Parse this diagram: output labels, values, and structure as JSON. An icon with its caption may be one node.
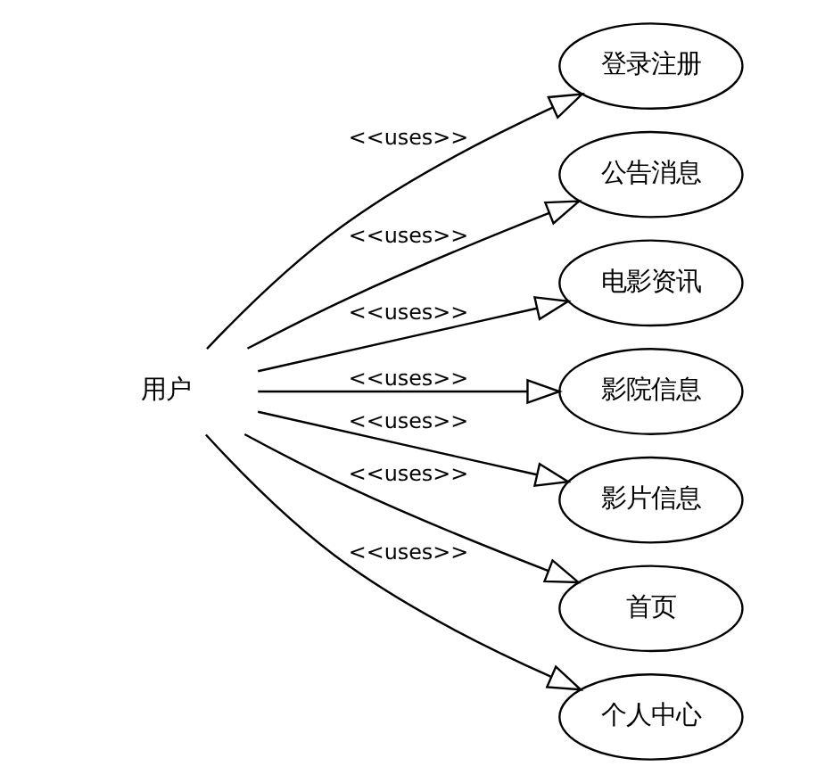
{
  "diagram": {
    "nodes": [
      {
        "text": [
          "用户"
        ]
      },
      {
        "text": [
          "登录注册"
        ]
      },
      {
        "text": [
          "公告消息"
        ]
      },
      {
        "text": [
          "电影资讯"
        ]
      },
      {
        "text": [
          "影院信息"
        ]
      },
      {
        "text": [
          "影片信息"
        ]
      },
      {
        "text": [
          "首页"
        ]
      },
      {
        "text": [
          "个人中心"
        ]
      }
    ],
    "edges": [
      {
        "from": 0,
        "to": 1,
        "arrow": "to",
        "label": "<<uses>>"
      },
      {
        "from": 0,
        "to": 2,
        "arrow": "to",
        "label": "<<uses>>"
      },
      {
        "from": 0,
        "to": 3,
        "arrow": "to",
        "label": "<<uses>>"
      },
      {
        "from": 0,
        "to": 4,
        "arrow": "to",
        "label": "<<uses>>"
      },
      {
        "from": 0,
        "to": 5,
        "arrow": "to",
        "label": "<<uses>>"
      },
      {
        "from": 0,
        "to": 6,
        "arrow": "to",
        "label": "<<uses>>"
      },
      {
        "from": 0,
        "to": 7,
        "arrow": "to",
        "label": "<<uses>>"
      }
    ]
  }
}
